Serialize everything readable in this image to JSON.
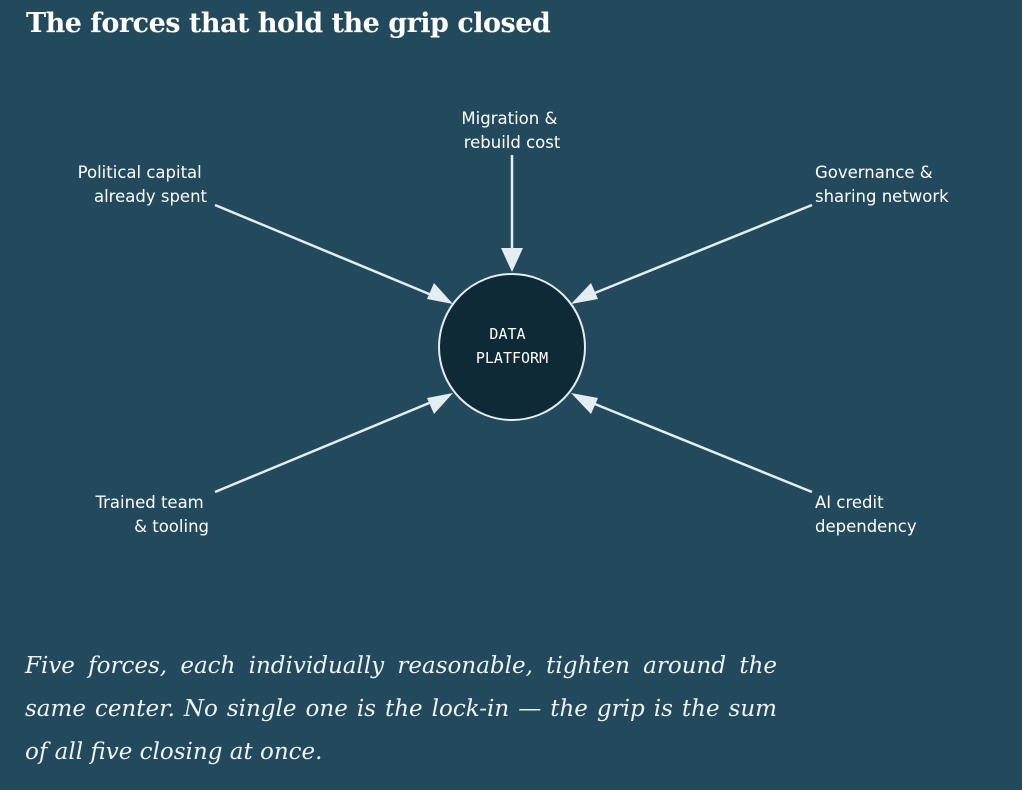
{
  "title": "The forces that hold the grip closed",
  "center": {
    "label_lines": [
      "DATA",
      "PLATFORM"
    ]
  },
  "forces": [
    {
      "id": "political-capital",
      "lines": [
        "Political capital",
        "already spent"
      ]
    },
    {
      "id": "migration-cost",
      "lines": [
        "Migration &",
        "rebuild cost"
      ]
    },
    {
      "id": "governance-network",
      "lines": [
        "Governance &",
        "sharing network"
      ]
    },
    {
      "id": "trained-team",
      "lines": [
        "Trained team",
        "& tooling"
      ]
    },
    {
      "id": "ai-credit",
      "lines": [
        "AI credit",
        "dependency"
      ]
    }
  ],
  "caption": "Five forces, each individually reasonable, tighten around the same center. No single one is the lock-in — the grip is the sum of all five closing at once.",
  "colors": {
    "background": "#224a5c",
    "center_fill": "#0f2a37",
    "line": "#e4edf1"
  }
}
